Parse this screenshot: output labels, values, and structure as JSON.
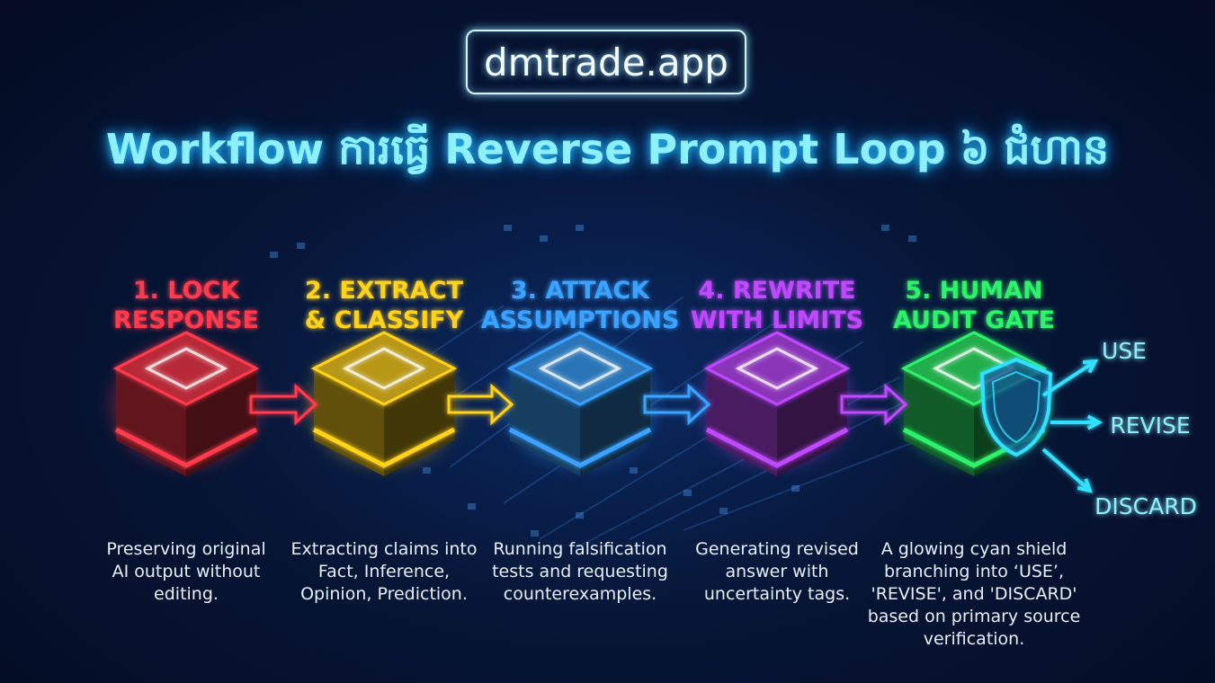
{
  "brand": "dmtrade.app",
  "title": "Workflow ការធ្វើ Reverse Prompt Loop ៦ ជំហាន",
  "steps": [
    {
      "title_lines": [
        "1. LOCK",
        "RESPONSE"
      ],
      "desc_lines": [
        "Preserving original",
        "AI output without",
        "editing."
      ],
      "color": "#ff3b4e"
    },
    {
      "title_lines": [
        "2. EXTRACT",
        "& CLASSIFY"
      ],
      "desc_lines": [
        "Extracting claims into",
        "Fact, Inference,",
        "Opinion, Prediction."
      ],
      "color": "#ffd21f"
    },
    {
      "title_lines": [
        "3. ATTACK",
        "ASSUMPTIONS"
      ],
      "desc_lines": [
        "Running falsification",
        "tests and requesting",
        "counterexamples."
      ],
      "color": "#3aa3ff"
    },
    {
      "title_lines": [
        "4. REWRITE",
        "WITH LIMITS"
      ],
      "desc_lines": [
        "Generating revised",
        "answer with",
        "uncertainty tags."
      ],
      "color": "#c048ff"
    },
    {
      "title_lines": [
        "5. HUMAN",
        "AUDIT GATE"
      ],
      "desc_lines": [
        "A glowing cyan shield",
        "branching into ‘USE’,",
        "'REVISE', and 'DISCARD'",
        "based on primary source",
        "verification."
      ],
      "color": "#2ef26a"
    }
  ],
  "outcomes": [
    "USE",
    "REVISE",
    "DISCARD"
  ],
  "colors": {
    "shield": "#32e0ff",
    "outcome": "#8ef0ff",
    "title": "#8ef0ff"
  }
}
